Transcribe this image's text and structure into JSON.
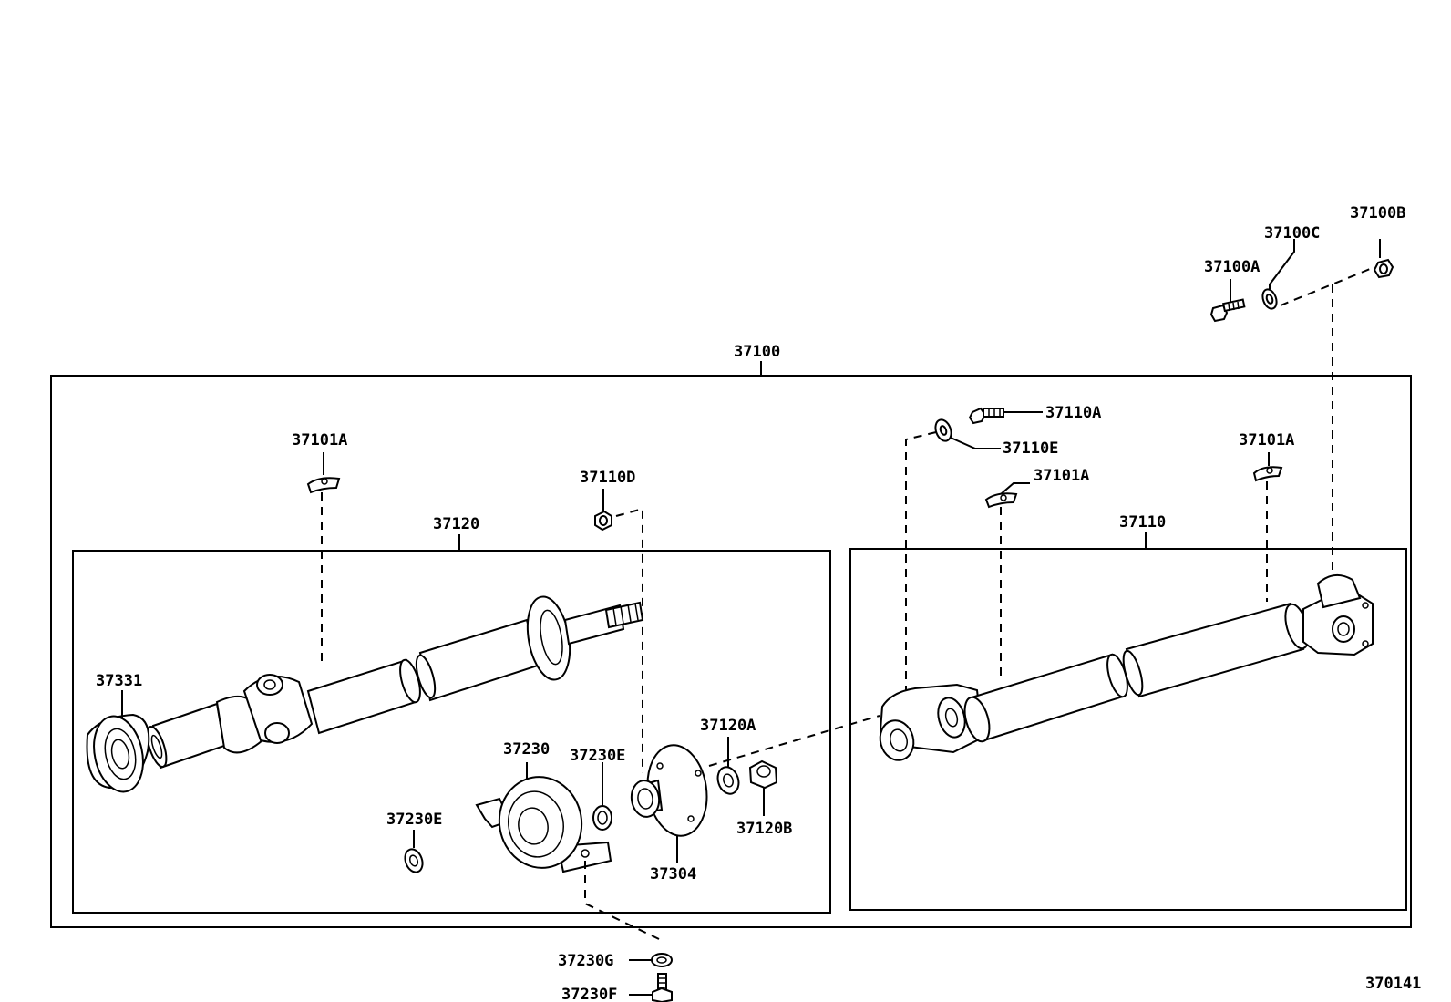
{
  "diagram": {
    "background_color": "#ffffff",
    "line_color": "#000000",
    "figure_code": "370141",
    "assemblies": {
      "main": "37100",
      "front": "37120",
      "rear": "37110"
    },
    "labels": {
      "p37100B": "37100B",
      "p37100C": "37100C",
      "p37100A": "37100A",
      "p37110A": "37110A",
      "p37110E": "37110E",
      "p37101A_left": "37101A",
      "p37101A_mid": "37101A",
      "p37101A_right": "37101A",
      "p37110D": "37110D",
      "p37331": "37331",
      "p37230": "37230",
      "p37230E_a": "37230E",
      "p37230E_b": "37230E",
      "p37120A": "37120A",
      "p37120B": "37120B",
      "p37304": "37304",
      "p37230G": "37230G",
      "p37230F": "37230F"
    }
  }
}
